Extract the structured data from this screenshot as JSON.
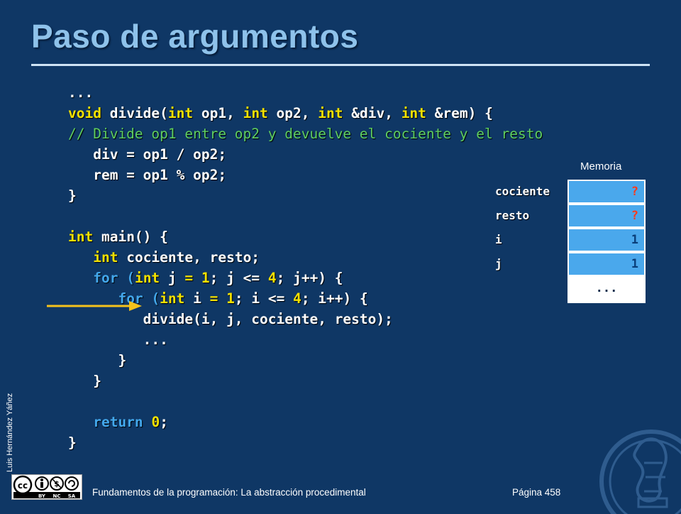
{
  "slide": {
    "title": "Paso de argumentos",
    "author": "Luis Hernández Yáñez",
    "footer": "Fundamentos de la programación: La abstracción procedimental",
    "page": "Página 458"
  },
  "code": {
    "l0": "...",
    "l1_void": "void",
    "l1_a": " divide(",
    "l1_int1": "int",
    "l1_b": " op1, ",
    "l1_int2": "int",
    "l1_c": " op2, ",
    "l1_int3": "int",
    "l1_d": " &div, ",
    "l1_int4": "int",
    "l1_e": " &rem) {",
    "l2_comment": "// Divide op1 entre op2 y devuelve el cociente y el resto",
    "l3": "   div = op1 / op2;",
    "l4": "   rem = op1 % op2;",
    "l5": "}",
    "l7_int": "int",
    "l7_rest": " main() {",
    "l8_int": "int",
    "l8_rest": " cociente, resto;",
    "l9_for": "for",
    "l9_a": " (",
    "l9_int": "int",
    "l9_b": " j ",
    "l9_eq": "=",
    "l9_sp": " ",
    "l9_n1": "1",
    "l9_c": "; j <= ",
    "l9_n4": "4",
    "l9_d": "; j++) {",
    "l10_for": "for",
    "l10_a": " (",
    "l10_int": "int",
    "l10_b": " i ",
    "l10_eq": "=",
    "l10_sp": " ",
    "l10_n1": "1",
    "l10_c": "; i <= ",
    "l10_n4": "4",
    "l10_d": "; i++) {",
    "l11": "divide(i, j, cociente, resto);",
    "l12": "...",
    "l13": "}",
    "l14": "}",
    "l16_return": "return",
    "l16_sp": " ",
    "l16_zero": "0",
    "l16_semi": ";",
    "l17": "}"
  },
  "memory": {
    "title": "Memoria",
    "rows": [
      {
        "name": "cociente",
        "value": "?"
      },
      {
        "name": "resto",
        "value": "?"
      },
      {
        "name": "i",
        "value": "1"
      },
      {
        "name": "j",
        "value": "1"
      }
    ],
    "more": "..."
  },
  "license": {
    "cc": "cc",
    "by": "BY",
    "nc": "NC",
    "sa": "SA"
  },
  "colors": {
    "background": "#0f3765",
    "keyword": "#f2e100",
    "control": "#43a8ec",
    "comment": "#5fcf60",
    "memory_cell": "#4aa8ec",
    "unknown_value": "#ff3a1a",
    "arrow": "#f5c21b"
  }
}
